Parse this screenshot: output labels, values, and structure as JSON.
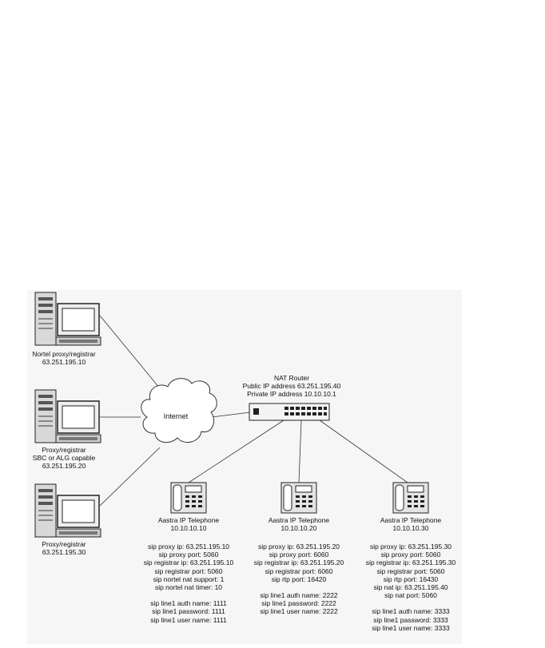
{
  "servers": [
    {
      "name": "Nortel proxy/registrar",
      "ip": "63.251.195.10"
    },
    {
      "name": "Proxy/registrar",
      "extra": "SBC or ALG capable",
      "ip": "63.251.195.20"
    },
    {
      "name": "Proxy/registrar",
      "ip": "63.251.195.30"
    }
  ],
  "internet": {
    "label": "Internet"
  },
  "router": {
    "title": "NAT Router",
    "public": "Public IP address 63.251.195.40",
    "private": "Private IP address 10.10.10.1"
  },
  "phones": [
    {
      "name": "Aastra IP Telephone",
      "ip": "10.10.10.10",
      "config": [
        "sip proxy ip: 63.251.195.10",
        "sip proxy port: 5060",
        "sip registrar ip: 63.251.195.10",
        "sip registrar port: 5060",
        "sip nortel nat support: 1",
        "sip nortel nat timer: 10"
      ],
      "line": [
        "sip line1 auth name: 1111",
        "sip line1 password: 1111",
        "sip line1 user name: 1111"
      ]
    },
    {
      "name": "Aastra IP Telephone",
      "ip": "10.10.10.20",
      "config": [
        "sip proxy ip: 63.251.195.20",
        "sip proxy port: 6060",
        "sip registrar ip: 63.251.195.20",
        "sip registrar port: 6060",
        "sip rtp port: 16420"
      ],
      "line": [
        "sip line1 auth name: 2222",
        "sip line1 password: 2222",
        "sip line1 user name: 2222"
      ]
    },
    {
      "name": "Aastra IP Telephone",
      "ip": "10.10.10.30",
      "config": [
        "sip proxy ip: 63.251.195.30",
        "sip proxy port: 5060",
        "sip registrar ip: 63.251.195.30",
        "sip registrar port: 5060",
        "sip rtp port: 16430",
        "sip nat ip: 63.251.195.40",
        "sip nat port: 5060"
      ],
      "line": [
        "sip line1 auth name: 3333",
        "sip line1 password: 3333",
        "sip line1 user name: 3333"
      ]
    }
  ]
}
